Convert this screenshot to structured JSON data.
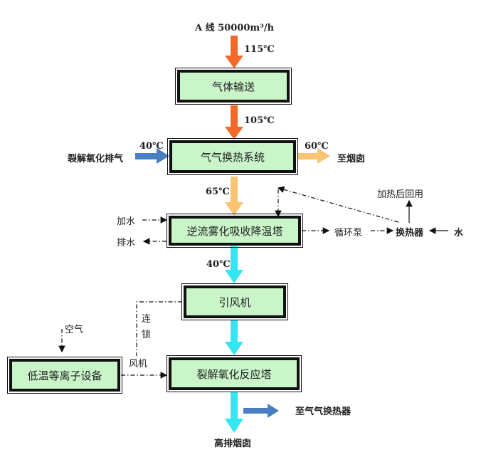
{
  "nodes": {
    "gas_transport": "气体输送",
    "gas_exchange": "气气换热系统",
    "counterflow_tower": "逆流雾化吸收降温塔",
    "induced_fan": "引风机",
    "plasma_device": "低温等离子设备",
    "reaction_tower": "裂解氧化反应塔"
  },
  "labels": {
    "line_a": "A 线 50000m³/h",
    "t115": "115℃",
    "t105": "105℃",
    "t40_in": "40℃",
    "cracking_exhaust": "裂解氧化排气",
    "t60": "60℃",
    "to_chimney": "至烟囱",
    "t65": "65℃",
    "add_water": "加水",
    "drain_water": "排水",
    "circ_pump": "循环泵",
    "heat_exchanger": "换热器",
    "water": "水",
    "reuse_after_heating": "加热后回用",
    "t40_out": "40℃",
    "interlock": "连锁",
    "fan": "风机",
    "air": "空气",
    "to_gas_exchanger": "至气气换热器",
    "high_chimney": "高排烟囱"
  },
  "colors": {
    "orange_arrow": "#f26a2a",
    "light_orange_arrow": "#fac473",
    "blue_arrow": "#4a7ec2",
    "cyan_arrow": "#33e6f2",
    "box_fill": "#c9f5c9"
  }
}
